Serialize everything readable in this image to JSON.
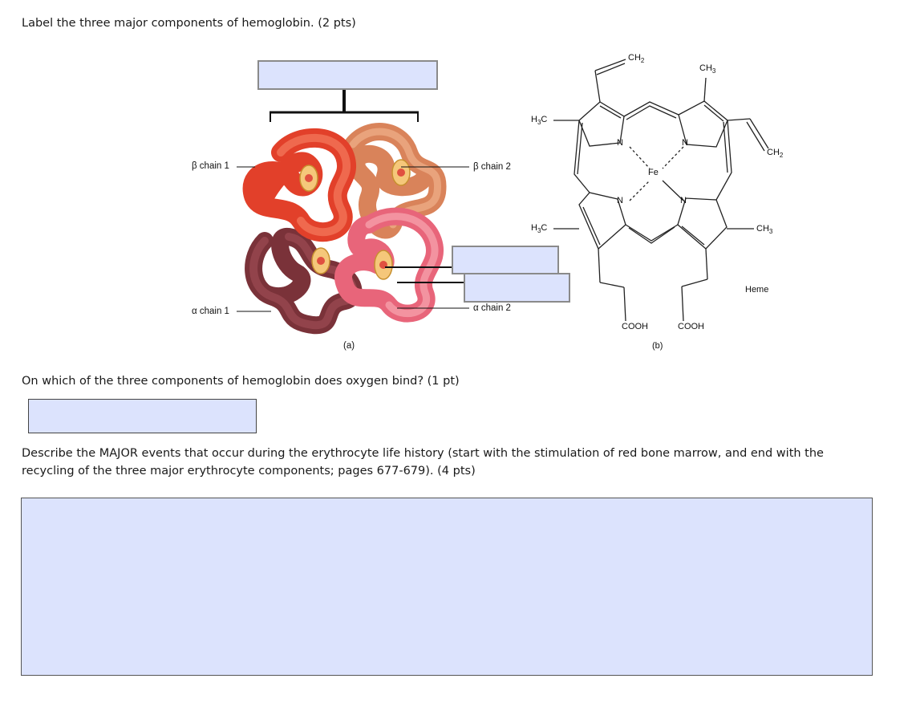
{
  "questions": {
    "q1": "Label the three major components of hemoglobin.  (2 pts)",
    "q2": "On which of the three components of hemoglobin does oxygen bind? (1 pt)",
    "q3_line1": "Describe the MAJOR events that occur during the erythrocyte life history (start with the stimulation of red bone marrow, and end with the",
    "q3_line2": "recycling of the three major erythrocyte components; pages 677-679).  (4 pts)"
  },
  "figure_a": {
    "labels": {
      "beta1": "β chain 1",
      "beta2": "β chain 2",
      "alpha1": "α chain 1",
      "alpha2": "α chain 2"
    },
    "caption": "(a)"
  },
  "figure_b": {
    "labels": {
      "ch2_top": "CH",
      "ch2_top_sub": "2",
      "ch3_top": "CH",
      "ch3_top_sub": "3",
      "h3c_upper": "H",
      "h3c_upper_sub": "3",
      "h3c_upper_c": "C",
      "h3c_lower": "H",
      "h3c_lower_sub": "3",
      "h3c_lower_c": "C",
      "ch2_right": "CH",
      "ch2_right_sub": "2",
      "ch3_right": "CH",
      "ch3_right_sub": "3",
      "n": "N",
      "fe": "Fe",
      "cooh": "COOH",
      "heme": "Heme"
    },
    "caption": "(b)"
  },
  "colors": {
    "answer_box": "#dce3fd",
    "beta1": "#e8432c",
    "beta2": "#e79564",
    "alpha1": "#8a3f45",
    "alpha2": "#ee7c86",
    "heme_disk": "#f5c77a"
  }
}
